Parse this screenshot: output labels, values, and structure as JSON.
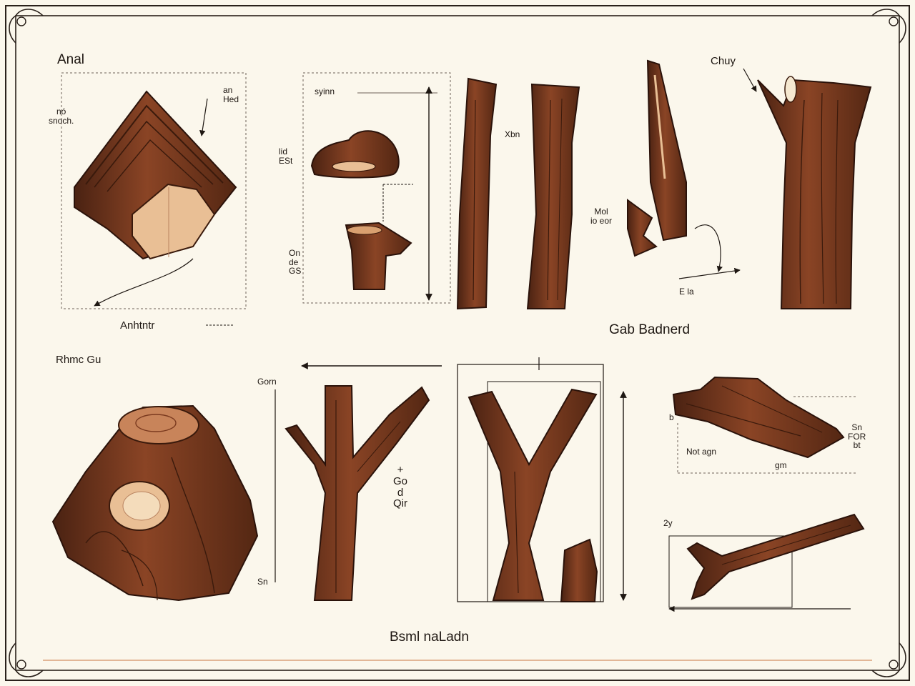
{
  "colors": {
    "paper": "#fbf7ec",
    "ink": "#1e1712",
    "wood_dark": "#5a2a17",
    "wood_mid": "#7b3a1f",
    "wood_light": "#9a5a3a",
    "heartwood": "#e9bf95"
  },
  "labels": {
    "top_left_title": "Anal",
    "top_left_note_a": "nó\nsnoch.",
    "top_left_note_b": "an\nHed",
    "top_left_caption": "Anhtntr",
    "panel2_top": "syinn",
    "panel2_left_a": "lid\nESt",
    "panel2_left_b": "On\nde\nGS",
    "panel3_mid": "Xbn",
    "panel4_title": "Chuy",
    "panel4_mid": "Mol\nio eor",
    "panel4_bottom": "E la",
    "caption_right": "Gab Badnerd",
    "bottom_left_title": "Rhmc Gu",
    "panel6_top": "Gorn",
    "panel6_bottom": "Sn",
    "panel6_mid": "+\nGo\nd\nQir",
    "panel8_left": "b",
    "panel8_right": "Sn\nFOR\nbt",
    "panel8_caption_left": "Not agn",
    "panel8_caption_bottom": "gm",
    "panel9_left": "2y",
    "footer": "Bsml naLadn"
  }
}
